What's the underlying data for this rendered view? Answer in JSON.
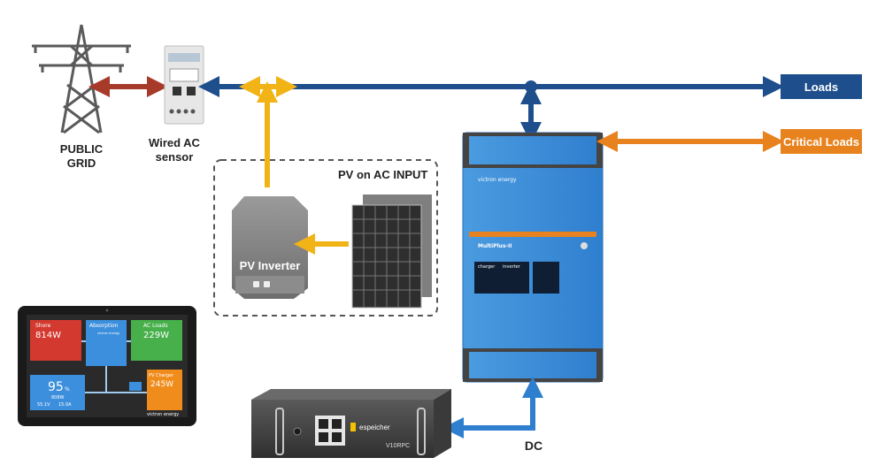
{
  "labels": {
    "public_grid_line1": "PUBLIC",
    "public_grid_line2": "GRID",
    "ac_sensor_line1": "Wired AC",
    "ac_sensor_line2": "sensor",
    "pv_group": "PV on AC INPUT",
    "pv_inverter": "PV Inverter",
    "loads": "Loads",
    "critical_loads": "Critical Loads",
    "dc": "DC"
  },
  "inverter": {
    "brand": "victron energy",
    "model": "MultiPlus-II",
    "col_charger": "charger",
    "col_inverter": "inverter"
  },
  "battery": {
    "brand": "espeicher",
    "model": "V10RPC"
  },
  "gx_panel": {
    "shore_title": "Shore",
    "shore_value": "814W",
    "absorption_title": "Absorption",
    "absorption_sub": "victron energy",
    "ac_loads_title": "AC Loads",
    "ac_loads_value": "229W",
    "battery_soc": "95",
    "battery_soc_unit": "%",
    "battery_power": "808W",
    "battery_volts": "55.1V",
    "battery_amps": "15.0A",
    "pv_title": "PV Charger",
    "pv_value": "245W",
    "brand": "victron energy"
  },
  "colors": {
    "ac_bus": "#1f4e8c",
    "grid_link": "#a83a2a",
    "pv_link": "#f2b316",
    "critical_link": "#e8821e",
    "dc_link": "#2f7fcf",
    "loads_tag": "#1f4e8c",
    "critical_tag": "#e8821e",
    "inverter_body": "#3c8fdc"
  }
}
